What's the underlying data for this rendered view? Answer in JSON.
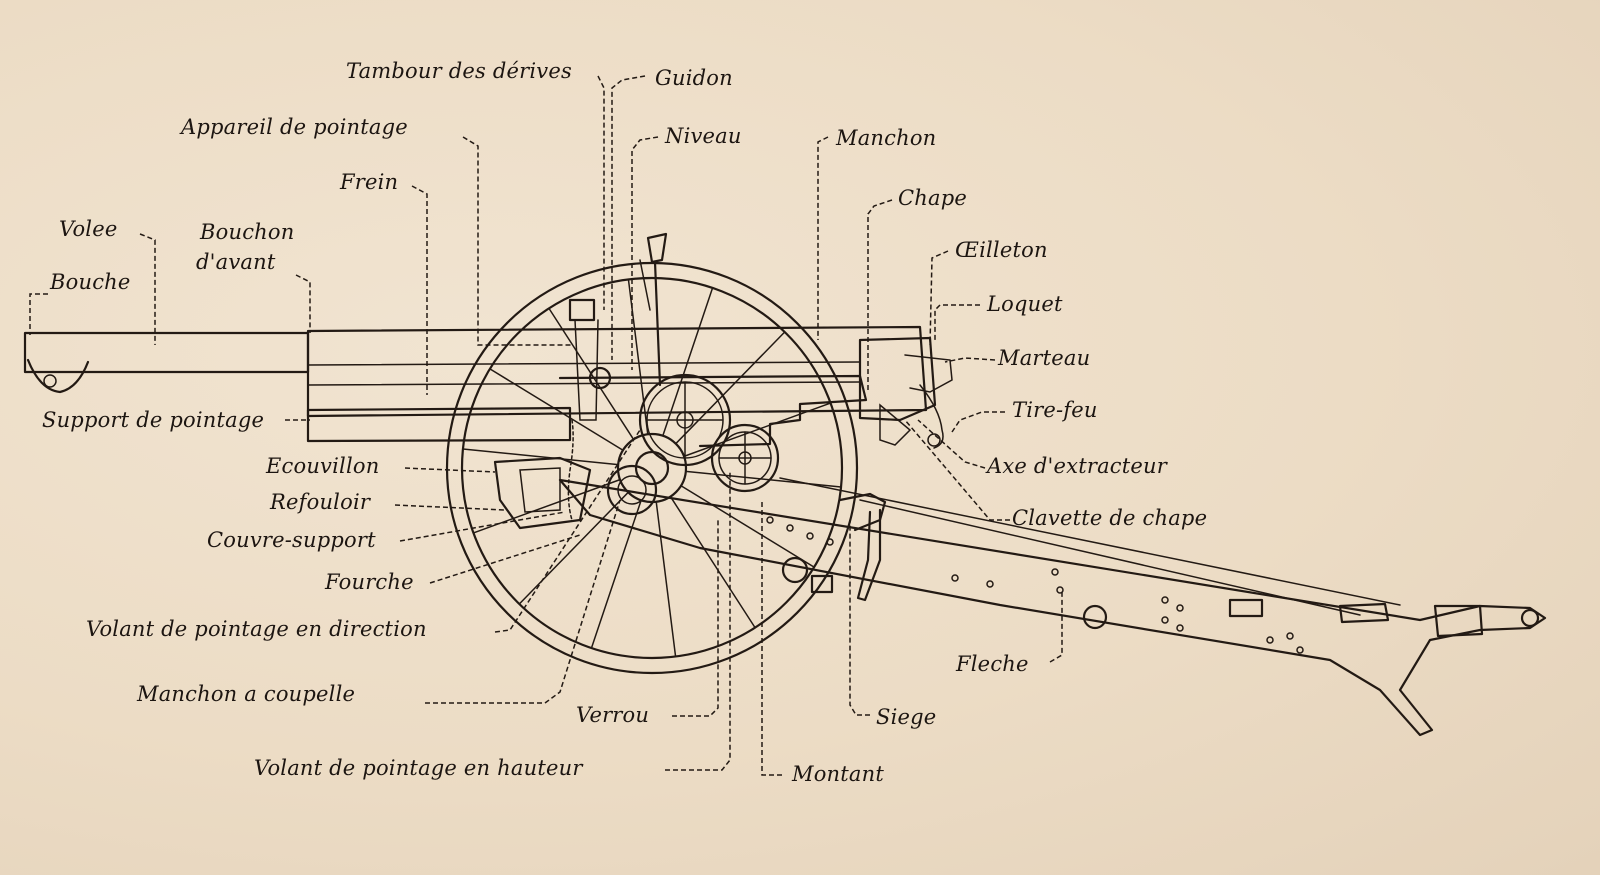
{
  "labels": {
    "tambour_des_derives": "Tambour des dérives",
    "guidon": "Guidon",
    "appareil_de_pointage": "Appareil de pointage",
    "niveau": "Niveau",
    "manchon": "Manchon",
    "frein": "Frein",
    "chape": "Chape",
    "volee": "Volee",
    "bouchon_davant_1": "Bouchon",
    "bouchon_davant_2": "d'avant",
    "oeilleton": "Œilleton",
    "bouche": "Bouche",
    "loquet": "Loquet",
    "marteau": "Marteau",
    "support_de_pointage": "Support de pointage",
    "tire_feu": "Tire-feu",
    "ecouvillon": "Ecouvillon",
    "axe_dextracteur": "Axe d'extracteur",
    "refouloir": "Refouloir",
    "clavette_de_chape": "Clavette de chape",
    "couvre_support": "Couvre-support",
    "fourche": "Fourche",
    "volant_direction": "Volant de pointage en direction",
    "fleche": "Fleche",
    "manchon_a_coupelle": "Manchon a coupelle",
    "verrou": "Verrou",
    "siege": "Siege",
    "volant_hauteur": "Volant de pointage en hauteur",
    "montant": "Montant"
  },
  "colors": {
    "paper": "#ecdcc6",
    "ink": "#231a14"
  }
}
